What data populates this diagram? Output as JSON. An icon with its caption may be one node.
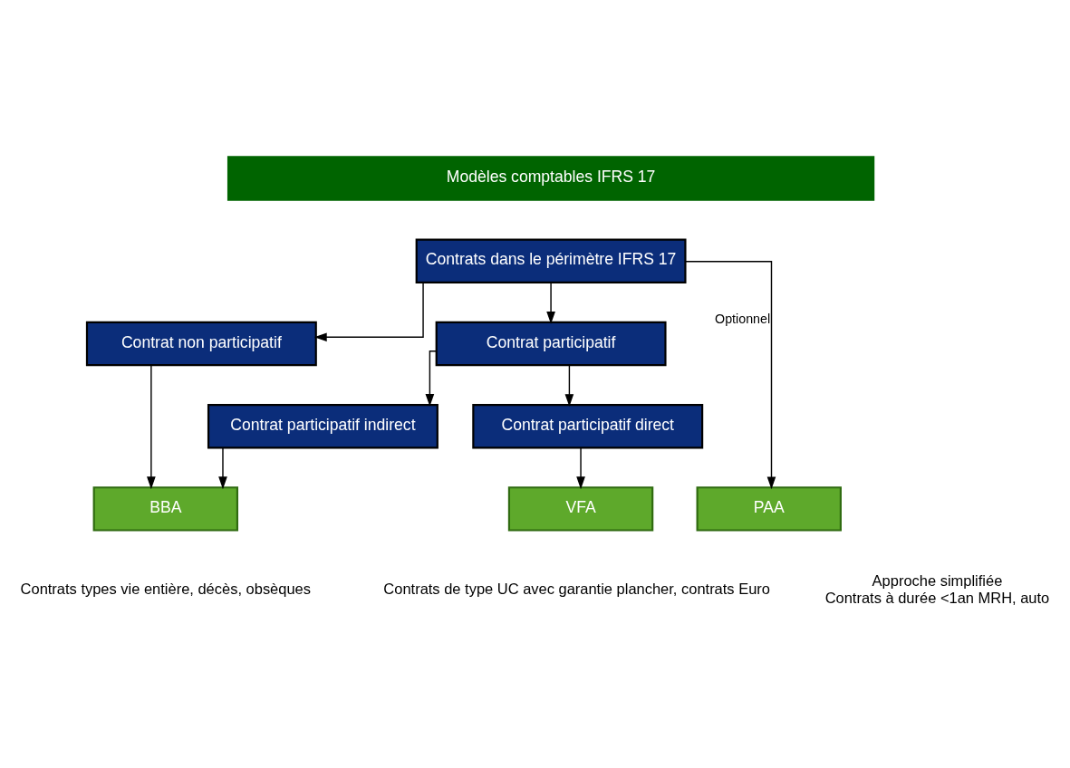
{
  "diagram": {
    "nodes": [
      {
        "text": [
          "Modèles comptables IFRS 17"
        ]
      },
      {
        "text": [
          "Contrats dans le périmètre IFRS 17"
        ]
      },
      {
        "text": [
          "Contrat non participatif"
        ]
      },
      {
        "text": [
          "Contrat participatif"
        ]
      },
      {
        "text": [
          "Contrat participatif indirect"
        ]
      },
      {
        "text": [
          "Contrat participatif direct"
        ]
      },
      {
        "text": [
          "PAA"
        ],
        "beside": [
          "Approche simplifiée",
          "Contrats à durée <1an MRH, auto"
        ]
      },
      {
        "text": [
          "BBA"
        ],
        "beside": [
          "Contrats types vie entière, décès, obsèques"
        ]
      },
      {
        "text": [
          "VFA"
        ],
        "beside": [
          "Contrats de type UC avec garantie plancher, contrats Euro"
        ]
      }
    ],
    "edges": [
      {
        "from": 1,
        "to": 2,
        "arrow": "to"
      },
      {
        "from": 1,
        "to": 3,
        "arrow": "to"
      },
      {
        "from": 3,
        "to": 4,
        "arrow": "to"
      },
      {
        "from": 3,
        "to": 5,
        "arrow": "to"
      },
      {
        "from": 1,
        "to": 6,
        "arrow": "to",
        "label": "Optionnel"
      },
      {
        "from": 2,
        "to": 7,
        "arrow": "to"
      },
      {
        "from": 4,
        "to": 7,
        "arrow": "to"
      },
      {
        "from": 5,
        "to": 8,
        "arrow": "to"
      }
    ]
  }
}
